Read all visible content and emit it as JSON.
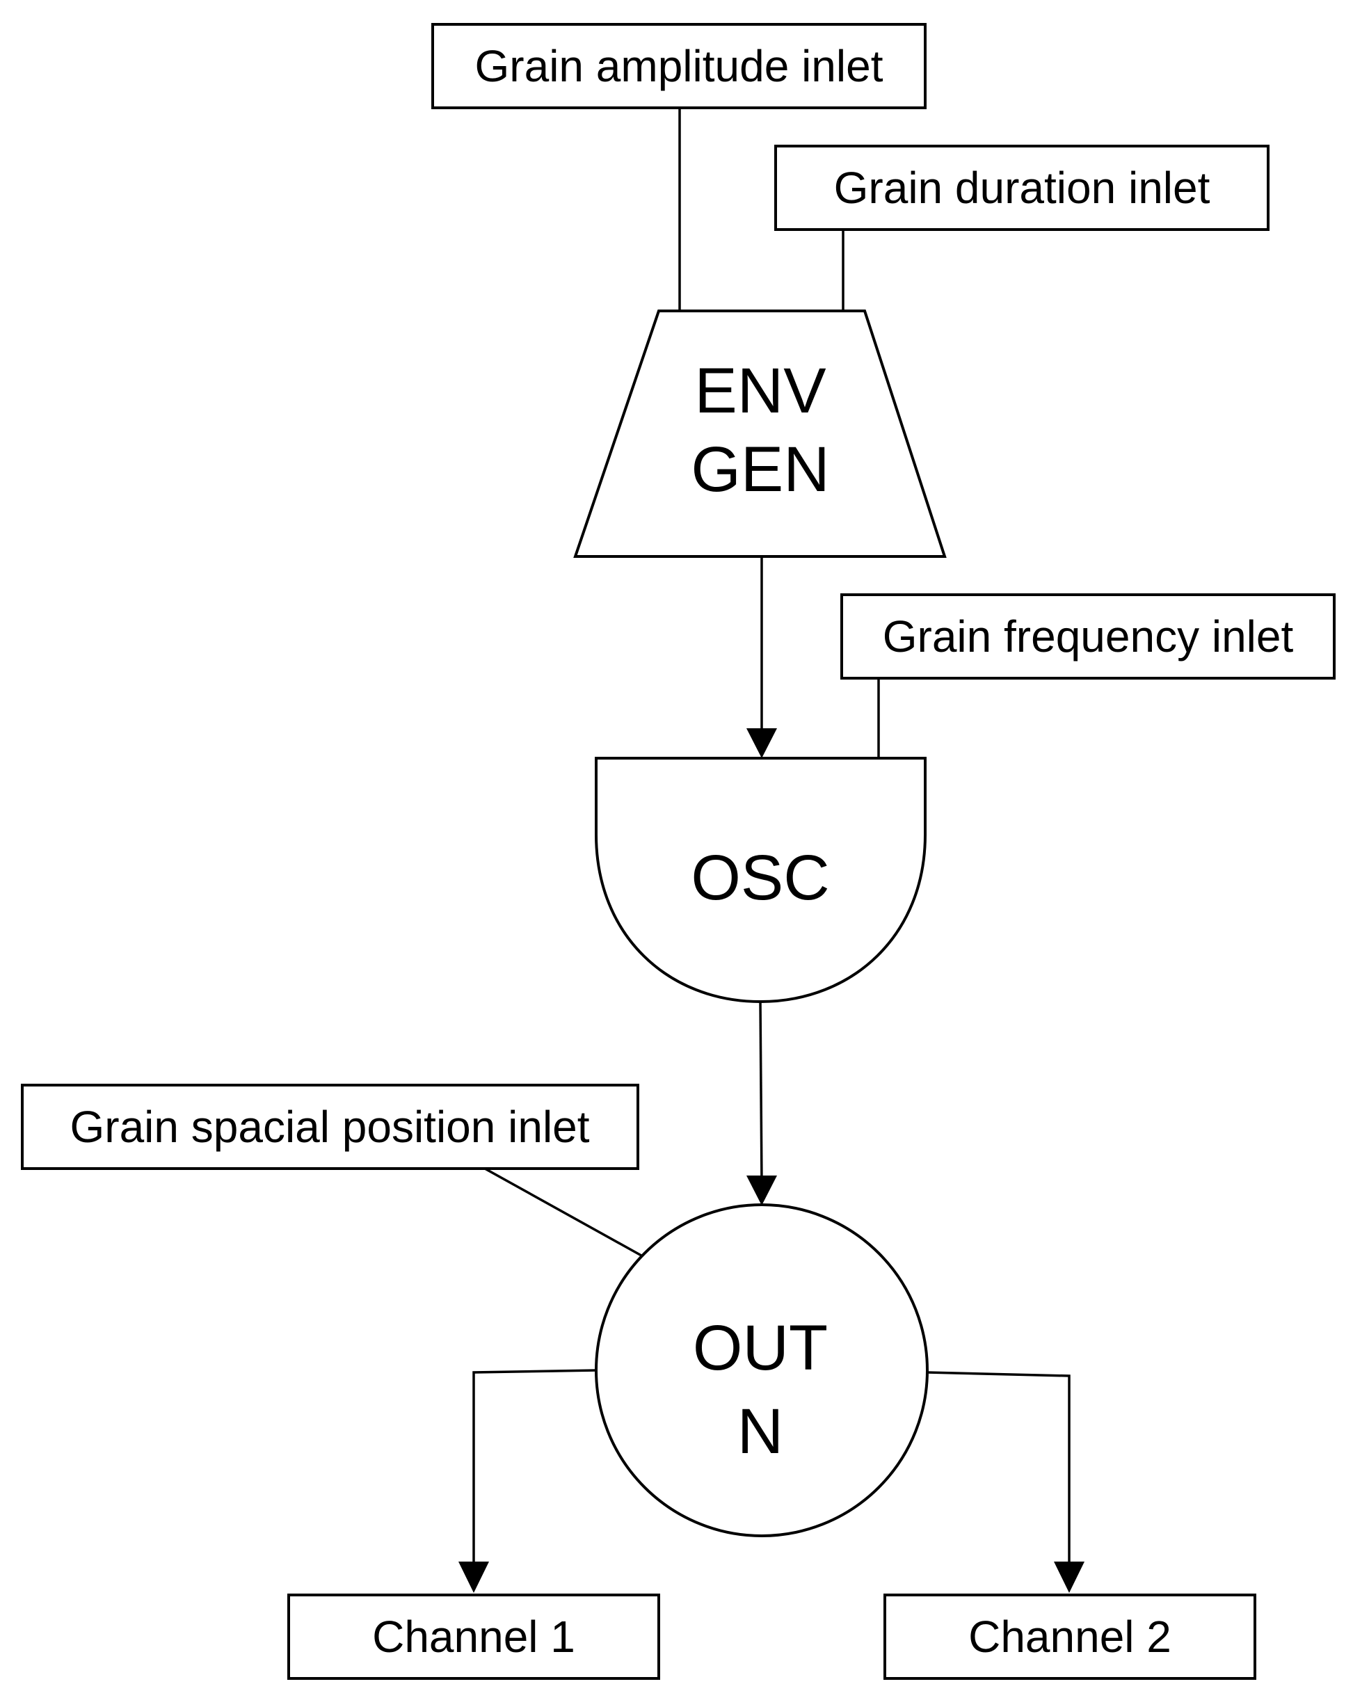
{
  "inlets": {
    "amplitude": "Grain amplitude inlet",
    "duration": "Grain duration inlet",
    "frequency": "Grain frequency inlet",
    "spatial_position": "Grain spacial position inlet"
  },
  "nodes": {
    "env_gen": {
      "line1": "ENV",
      "line2": "GEN"
    },
    "osc": {
      "label": "OSC"
    },
    "out": {
      "line1": "OUT",
      "line2": "N"
    }
  },
  "outputs": {
    "channel_1": "Channel 1",
    "channel_2": "Channel 2"
  }
}
